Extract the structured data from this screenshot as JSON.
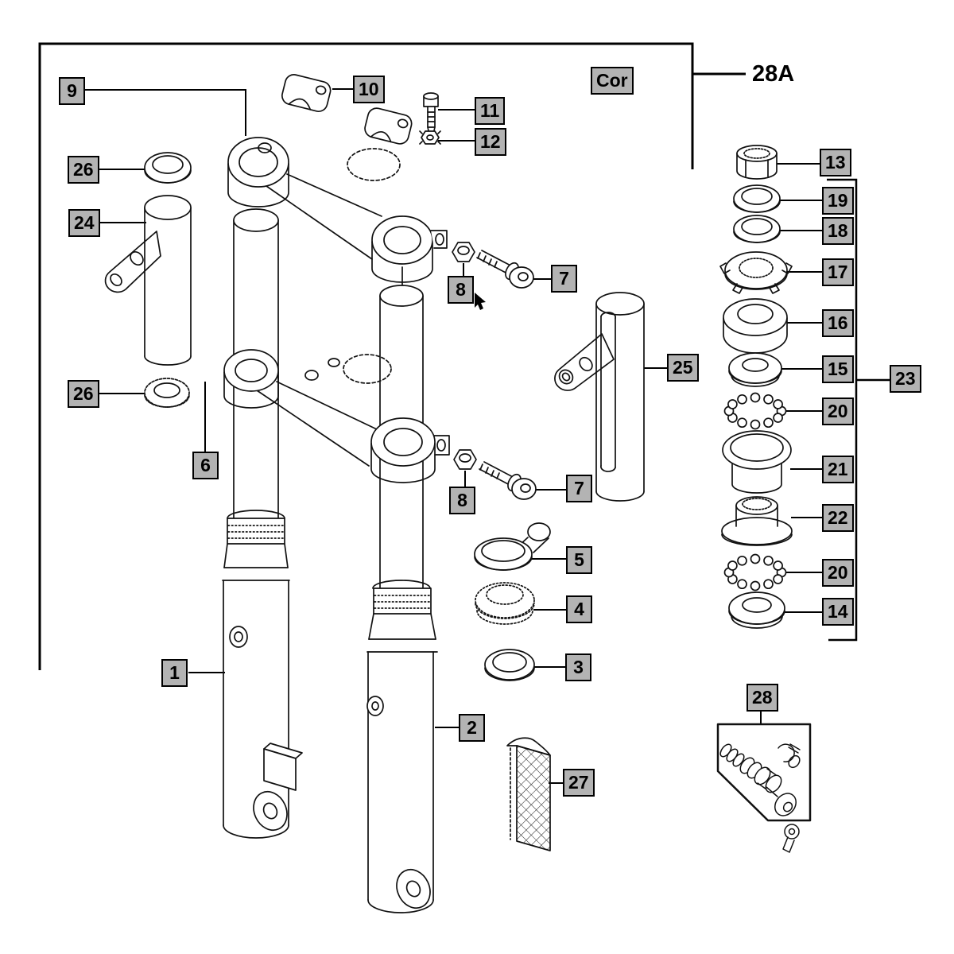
{
  "colors": {
    "label_background": "#b3b3b3",
    "label_border": "#000000",
    "line_art": "#111111",
    "page_background": "#ffffff"
  },
  "labels": {
    "part9": "9",
    "part10": "10",
    "part11": "11",
    "part12": "12",
    "cor": "Cor",
    "ref28a": "28A",
    "part26a": "26",
    "part24": "24",
    "part8a": "8",
    "part7a": "7",
    "part13": "13",
    "part19": "19",
    "part18": "18",
    "part17": "17",
    "part16": "16",
    "part15": "15",
    "part25": "25",
    "part23": "23",
    "part26b": "26",
    "part6": "6",
    "part8b": "8",
    "part7b": "7",
    "part20a": "20",
    "part21": "21",
    "part22": "22",
    "part5": "5",
    "part20b": "20",
    "part4": "4",
    "part14": "14",
    "part3": "3",
    "part1": "1",
    "part2": "2",
    "part28": "28",
    "part27": "27"
  }
}
